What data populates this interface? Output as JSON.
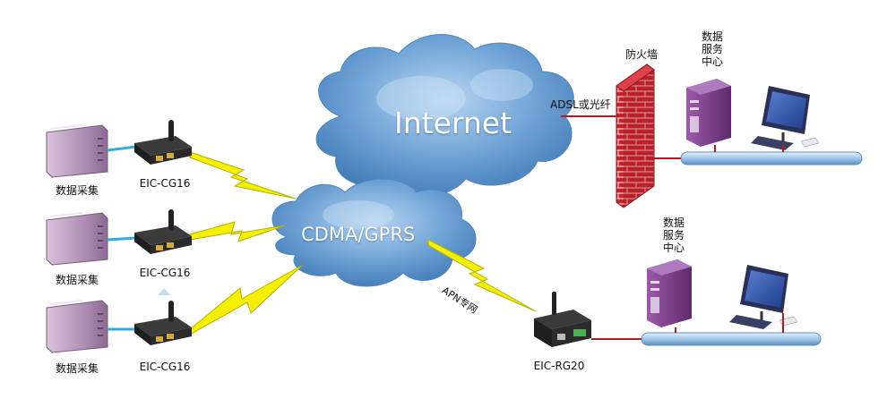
{
  "clouds": {
    "internet_label": "Internet",
    "cdma_label": "CDMA/GPRS"
  },
  "links": {
    "apn_label": "APN专网",
    "adsl_label": "ADSL或光纤"
  },
  "collectors": [
    {
      "label": "数据采集"
    },
    {
      "label": "数据采集"
    },
    {
      "label": "数据采集"
    }
  ],
  "routers": [
    {
      "label": "EIC-CG16"
    },
    {
      "label": "EIC-CG16"
    },
    {
      "label": "EIC-CG16"
    }
  ],
  "gateway": {
    "label": "EIC-RG20"
  },
  "firewall": {
    "label": "防火墙"
  },
  "data_centers": [
    {
      "label_lines": [
        "数据",
        "服务",
        "中心"
      ]
    },
    {
      "label_lines": [
        "数据",
        "服务",
        "中心"
      ]
    }
  ],
  "colors": {
    "cloud": "#6fa3d6",
    "lightning": "#f4f000",
    "firewall": "#c8222a",
    "server": "#7a3a8a",
    "connector_cyan": "#2eaee0",
    "link_red": "#c0141c",
    "bus": "#9fc6ea"
  }
}
